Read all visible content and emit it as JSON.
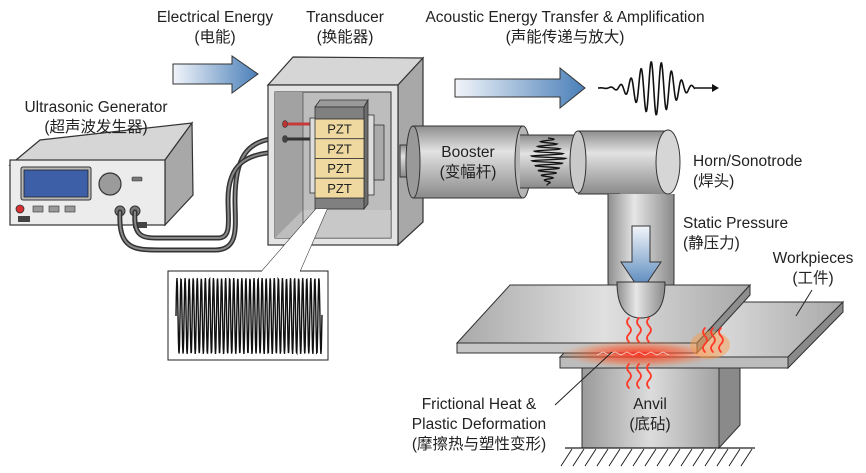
{
  "labels": {
    "generator": {
      "en": "Ultrasonic Generator",
      "zh": "(超声波发生器)"
    },
    "electrical": {
      "en": "Electrical Energy",
      "zh": "(电能)"
    },
    "transducer": {
      "en": "Transducer",
      "zh": "(换能器)"
    },
    "acoustic": {
      "en": "Acoustic Energy Transfer & Amplification",
      "zh": "(声能传递与放大)"
    },
    "booster": {
      "en": "Booster",
      "zh": "(变幅杆)"
    },
    "horn": {
      "en": "Horn/Sonotrode",
      "zh": "(焊头)"
    },
    "pressure": {
      "en": "Static Pressure",
      "zh": "(静压力)"
    },
    "workpieces": {
      "en": "Workpieces",
      "zh": "(工件)"
    },
    "friction": {
      "en1": "Frictional Heat &",
      "en2": "Plastic Deformation",
      "zh": "(摩擦热与塑性变形)"
    },
    "anvil": {
      "en": "Anvil",
      "zh": "(底砧)"
    }
  },
  "pzt_stack": [
    "PZT",
    "PZT",
    "PZT",
    "PZT"
  ],
  "colors": {
    "arrow_blue": "#4a7fb8",
    "screen_blue": "#3d5fa8",
    "power_red": "#d83030",
    "pzt_yellow": "#efd9a0",
    "heat_red": "#ff3b2a",
    "metal_gray": "#b9b9b9"
  }
}
